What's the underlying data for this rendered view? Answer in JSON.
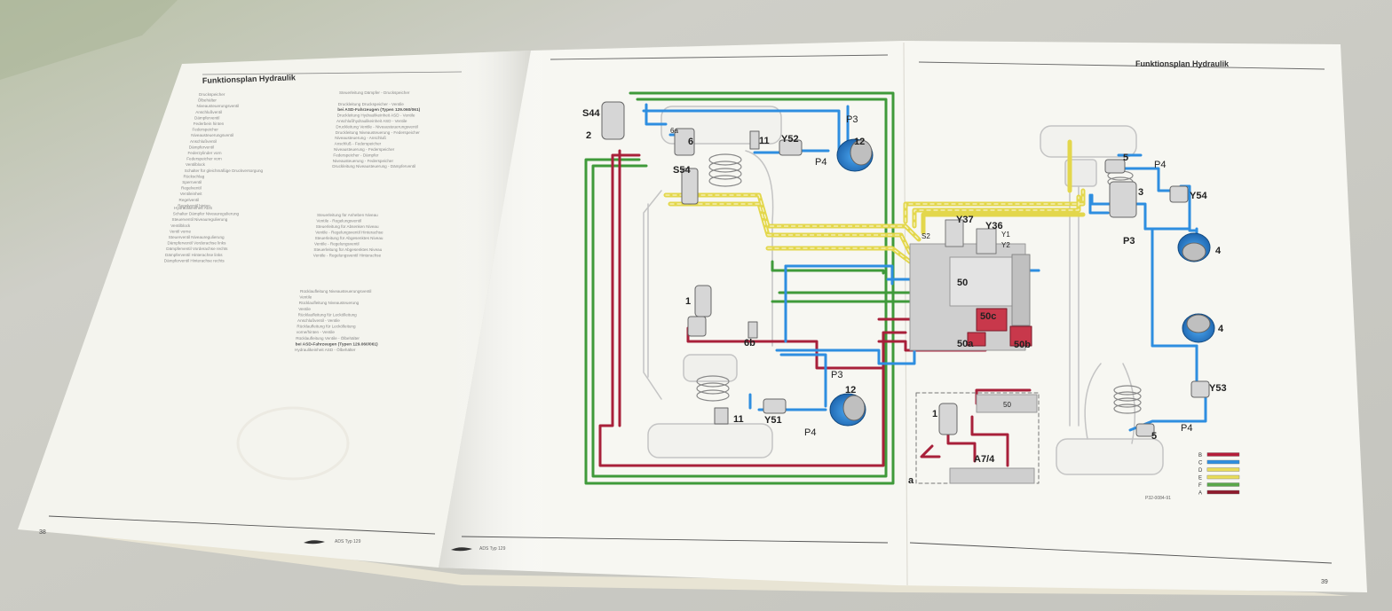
{
  "left_page": {
    "header": "Funktionsplan Hydraulik",
    "page_number": "38",
    "footer_text": "ADS Typ 129",
    "legend_col1": [
      "Druckspeicher",
      "Ölbehälter",
      "Niveausteuerungsventil",
      "Anschlußventil",
      "Dämpferventil",
      "Federbein hinten",
      "Federspeicher",
      "Niveausteuerungsventil",
      "Anschlußventil",
      "Dämpferventil",
      "Federzylinder vorn",
      "Federspeicher vorn",
      "Ventilblock",
      "Schalter für gleichmäßige Druckversorgung",
      "Rückschlag",
      "Sperrventil",
      "Regelventil",
      "Ventileinheit",
      "Regelventil",
      "Regelventil hinten"
    ],
    "legend_col1_b": [
      "Hydraulikeinheit ADS",
      "Schalter Dämpfer Niveauregulierung",
      "Steuerventil Niveauregulierung",
      "Ventilblock",
      "Ventil vorne",
      "Steuerventil Niveauregulierung",
      "Dämpferventil Vorderachse links",
      "Dämpferventil Vorderachse rechts",
      "Dämpferventil Hinterachse links",
      "Dämpferventil Hinterachse rechts"
    ],
    "legend_col2": [
      "Steuerleitung Dämpfer - Druckspeicher",
      "",
      "Druckleitung Druckspeicher - Ventile",
      "bei ASD-Fahrzeugen (Typen 129.060/061)",
      "Druckleitung Hydraulikeinheit ASD - Ventile",
      "Anschlußhydraulikeinheit ASD - Ventile",
      "Druckleitung Ventile - Niveausteuerungsventil",
      "Druckleitung Niveausteuerung - Federspeicher",
      "Niveausteuerung - Anschluß",
      "Anschluß - Federspeicher",
      "Niveausteuerung - Federspeicher",
      "Federspeicher - Dämpfer",
      "Niveausteuerung - Federspeicher",
      "Druckleitung Niveausteuerung - Dämpferventil"
    ],
    "legend_col2_b": [
      "Steuerleitung für Anheben Niveau",
      "Ventile - Regelungsventil",
      "Steuerleitung für Absenken Niveau",
      "Ventile - Regelungsventil Hinterachse",
      "Steuerleitung für Abgesenktes Niveau",
      "Ventile - Regelungsventil",
      "Steuerleitung für Abgesenktes Niveau",
      "Ventile - Regelungsventil Hinterachse"
    ],
    "legend_col2_c": [
      "Rücklaufleitung Niveausteuerungsventil",
      "Ventile",
      "Rücklaufleitung Niveausteuerung",
      "Ventile",
      "Rücklaufleitung für Leckölleitung",
      "Anschlußventil - Ventile",
      "Rücklaufleitung für Leckölleitung",
      "vorne/hinten - Ventile",
      "Rücklaufleitung Ventile - Ölbehälter",
      "bei ASD-Fahrzeugen (Typen 129.060/061)",
      "Hydraulikeinheit ASD - Ölbehälter"
    ]
  },
  "right_page": {
    "header": "Funktionsplan Hydraulik",
    "page_number": "39",
    "footer_text": "ADS Typ 129",
    "figure_code": "P32-0084-91",
    "labels": {
      "s44": "S44",
      "two": "2",
      "six_a": "6a",
      "six": "6",
      "eleven_top": "11",
      "y52": "Y52",
      "p3_top": "P3",
      "twelve_top": "12",
      "p4_top": "P4",
      "s54": "S54",
      "one_front": "1",
      "six_b": "6b",
      "eleven_bottom": "11",
      "y51": "Y51",
      "p3_mid": "P3",
      "twelve_bottom": "12",
      "p4_bottom": "P4",
      "y37": "Y37",
      "y36": "Y36",
      "y1": "Y1",
      "y2": "Y2",
      "s2": "S2",
      "fifty": "50",
      "fifty_c": "50c",
      "fifty_a": "50a",
      "fifty_b": "50b",
      "five_top": "5",
      "p4_rear": "P4",
      "three": "3",
      "y54": "Y54",
      "p3_rear": "P3",
      "four_top": "4",
      "four_bottom": "4",
      "y53": "Y53",
      "five_bottom": "5",
      "p4_rear_bottom": "P4",
      "inset_one": "1",
      "inset_fifty": "50",
      "a74": "A7/4",
      "a_letter": "a"
    },
    "line_legend": [
      {
        "letter": "B",
        "color": "#b51e3a"
      },
      {
        "letter": "C",
        "color": "#2e8ee0"
      },
      {
        "letter": "D",
        "color": "#e8dc5a"
      },
      {
        "letter": "E",
        "color": "#e8dc5a"
      },
      {
        "letter": "F",
        "color": "#5aa84a"
      },
      {
        "letter": "A",
        "color": "#8e1a2c"
      }
    ]
  },
  "colors": {
    "pressure_red": "#b51e3a",
    "control_blue": "#2e8ee0",
    "return_yellow": "#e8dc5a",
    "return_green": "#3f9a3a",
    "supply_dark": "#8e1a2c",
    "accumulator_blue": "#1f7fd0",
    "paper": "#f7f7f2",
    "background": "#c9c9c3"
  }
}
